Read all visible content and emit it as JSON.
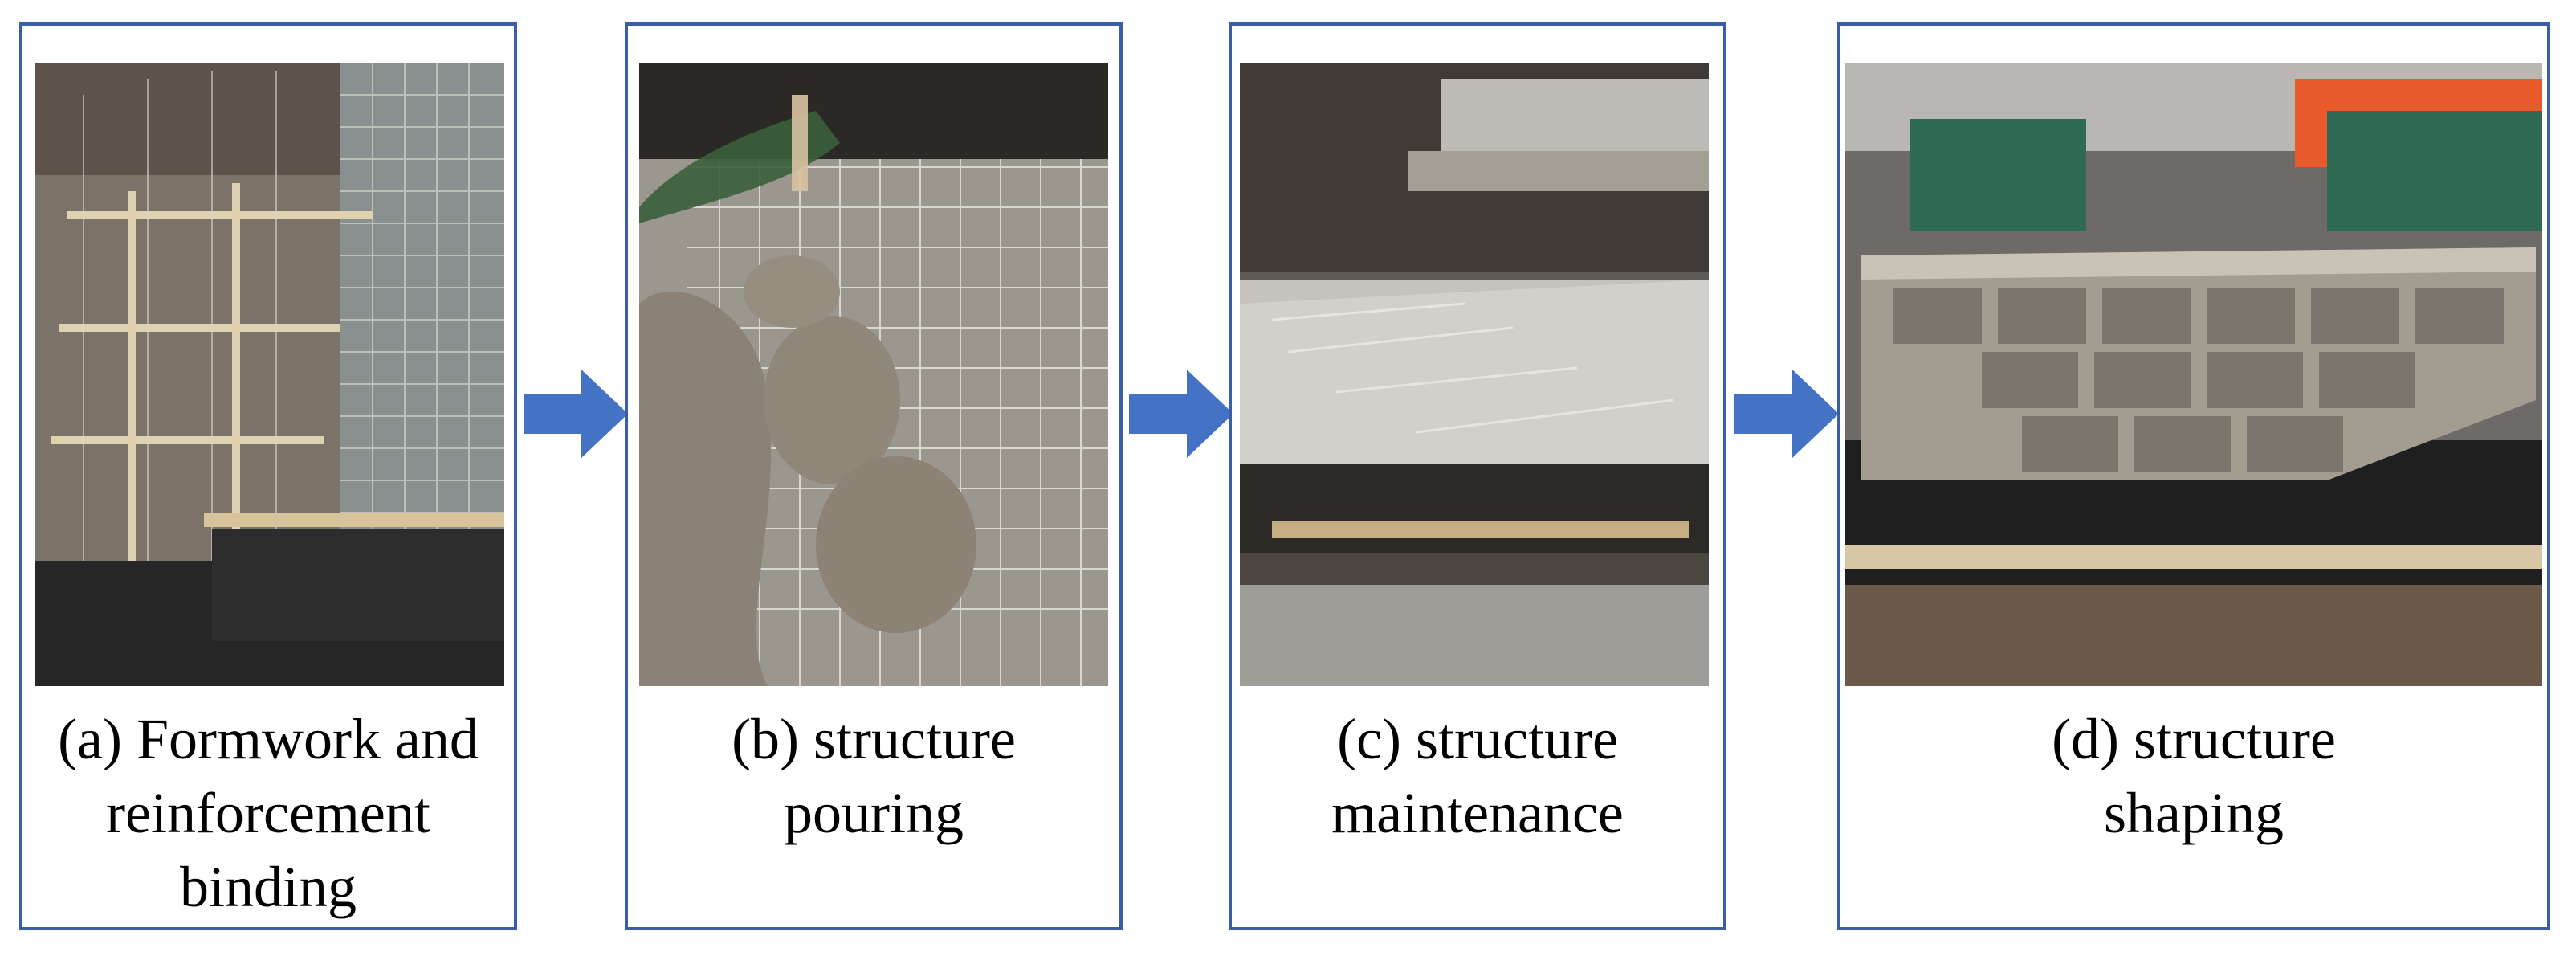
{
  "panels": [
    {
      "id": "a",
      "caption_lines": [
        "(a) Formwork and",
        "reinforcement",
        "binding"
      ]
    },
    {
      "id": "b",
      "caption_lines": [
        "(b) structure",
        "pouring"
      ]
    },
    {
      "id": "c",
      "caption_lines": [
        "(c) structure",
        "maintenance"
      ]
    },
    {
      "id": "d",
      "caption_lines": [
        "(d) structure",
        "shaping"
      ]
    }
  ],
  "arrows": [
    {
      "icon": "right-arrow-icon"
    },
    {
      "icon": "right-arrow-icon"
    },
    {
      "icon": "right-arrow-icon"
    }
  ],
  "colors": {
    "panel_border": "#3b5ea8",
    "arrow_fill": "#4472c4"
  }
}
